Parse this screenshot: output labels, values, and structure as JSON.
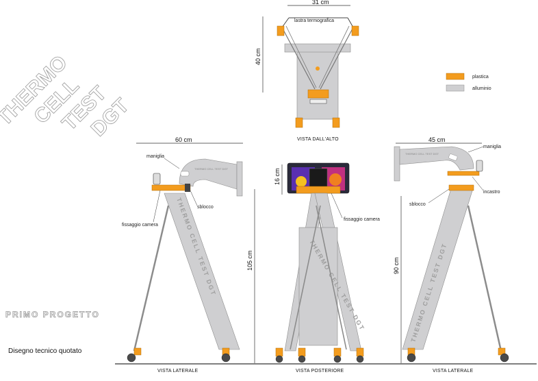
{
  "brand": {
    "lines": [
      "THERMO",
      "CELL",
      "TEST",
      "DGT"
    ],
    "pole_text": "THERMO CELL TEST DGT",
    "small_text": "THERMO CELL TEST DGT"
  },
  "subtitles": {
    "project": "PRIMO PROGETTO",
    "drawing": "Disegno tecnico quotato"
  },
  "legend": {
    "items": [
      {
        "label": "plastica",
        "color": "#f39c1e"
      },
      {
        "label": "alluminio",
        "color": "#cfcfd1"
      }
    ]
  },
  "top_view": {
    "width_dim": "31 cm",
    "height_dim": "40 cm",
    "plate_label": "lastra termografica",
    "caption": "VISTA DALL'ALTO"
  },
  "side_left": {
    "width_dim": "60 cm",
    "height_dim": "105 cm",
    "handle_label": "maniglia",
    "release_label": "sblocco",
    "camera_label": "fissaggio camera",
    "caption": "VISTA LATERALE"
  },
  "rear": {
    "height_dim": "16 cm",
    "camera_label": "fissaggio camera",
    "caption": "VISTA POSTERIORE"
  },
  "side_right": {
    "width_dim": "45 cm",
    "height_dim": "90 cm",
    "handle_label": "maniglia",
    "joint_label": "incastro",
    "release_label": "sblocco",
    "caption": "VISTA LATERALE"
  }
}
